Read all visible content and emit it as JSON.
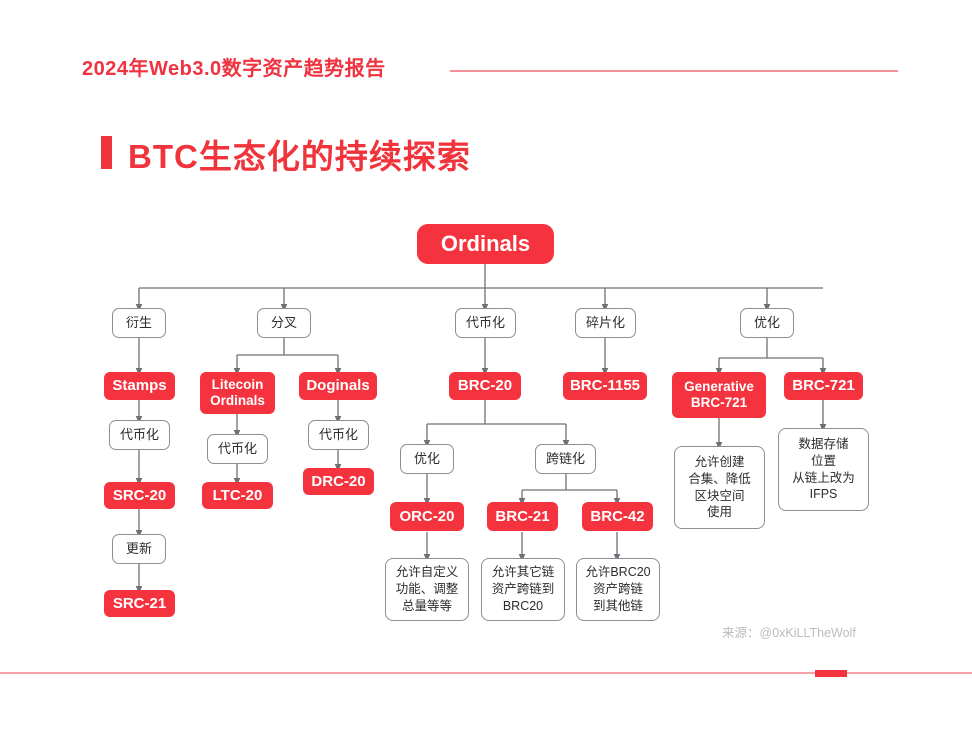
{
  "header": {
    "subtitle": "2024年Web3.0数字资产趋势报告",
    "title": "BTC生态化的持续探索",
    "accent_color": "#f1333c",
    "rule_color": "#f3919a"
  },
  "footer": {
    "rule_color": "#f7a2a8",
    "block_color": "#f5333f"
  },
  "attribution": "来源：@0xKiLLTheWolf",
  "chart_data": {
    "type": "diagram",
    "title": "BTC生态化的持续探索",
    "root": "Ordinals",
    "colors": {
      "red": "#f5333f",
      "outline": "#8b8f94",
      "text": "#2b2d30"
    },
    "nodes": [
      {
        "id": "ordinals",
        "label": "Ordinals",
        "style": "red",
        "level": 0
      },
      {
        "id": "derive",
        "label": "衍生",
        "style": "plain",
        "level": 1
      },
      {
        "id": "fork",
        "label": "分叉",
        "style": "plain",
        "level": 1
      },
      {
        "id": "tokenize",
        "label": "代币化",
        "style": "plain",
        "level": 1
      },
      {
        "id": "fragment",
        "label": "碎片化",
        "style": "plain",
        "level": 1
      },
      {
        "id": "optimize",
        "label": "优化",
        "style": "plain",
        "level": 1
      },
      {
        "id": "stamps",
        "label": "Stamps",
        "style": "red",
        "level": 2
      },
      {
        "id": "ltc_ord",
        "label": "Litecoin Ordinals",
        "style": "red",
        "level": 2
      },
      {
        "id": "doginals",
        "label": "Doginals",
        "style": "red",
        "level": 2
      },
      {
        "id": "brc20",
        "label": "BRC-20",
        "style": "red",
        "level": 2
      },
      {
        "id": "brc1155",
        "label": "BRC-1155",
        "style": "red",
        "level": 2
      },
      {
        "id": "gen_brc721",
        "label": "Generative BRC-721",
        "style": "red",
        "level": 2
      },
      {
        "id": "brc721",
        "label": "BRC-721",
        "style": "red",
        "level": 2
      },
      {
        "id": "tok_a",
        "label": "代币化",
        "style": "plain",
        "level": 3
      },
      {
        "id": "tok_b",
        "label": "代币化",
        "style": "plain",
        "level": 3
      },
      {
        "id": "tok_c",
        "label": "代币化",
        "style": "plain",
        "level": 3
      },
      {
        "id": "opt2",
        "label": "优化",
        "style": "plain",
        "level": 3
      },
      {
        "id": "crosschain",
        "label": "跨链化",
        "style": "plain",
        "level": 3
      },
      {
        "id": "src20",
        "label": "SRC-20",
        "style": "red",
        "level": 4
      },
      {
        "id": "ltc20",
        "label": "LTC-20",
        "style": "red",
        "level": 4
      },
      {
        "id": "drc20",
        "label": "DRC-20",
        "style": "red",
        "level": 4
      },
      {
        "id": "orc20",
        "label": "ORC-20",
        "style": "red",
        "level": 4
      },
      {
        "id": "brc21",
        "label": "BRC-21",
        "style": "red",
        "level": 4
      },
      {
        "id": "brc42",
        "label": "BRC-42",
        "style": "red",
        "level": 4
      },
      {
        "id": "update",
        "label": "更新",
        "style": "plain",
        "level": 5
      },
      {
        "id": "src21",
        "label": "SRC-21",
        "style": "red",
        "level": 6
      },
      {
        "id": "desc_orc",
        "label": "允许自定义功能、调整总量等等",
        "style": "desc",
        "level": 5
      },
      {
        "id": "desc_b21",
        "label": "允许其它链资产跨链到BRC20",
        "style": "desc",
        "level": 5
      },
      {
        "id": "desc_b42",
        "label": "允许BRC20资产跨链到其他链",
        "style": "desc",
        "level": 5
      },
      {
        "id": "desc_gen",
        "label": "允许创建合集、降低区块空间使用",
        "style": "desc",
        "level": 3
      },
      {
        "id": "desc_721",
        "label": "数据存储位置从链上改为IFPS",
        "style": "desc",
        "level": 3
      }
    ],
    "edges": [
      [
        "ordinals",
        "derive"
      ],
      [
        "ordinals",
        "fork"
      ],
      [
        "ordinals",
        "tokenize"
      ],
      [
        "ordinals",
        "fragment"
      ],
      [
        "ordinals",
        "optimize"
      ],
      [
        "derive",
        "stamps"
      ],
      [
        "stamps",
        "tok_a"
      ],
      [
        "tok_a",
        "src20"
      ],
      [
        "src20",
        "update"
      ],
      [
        "update",
        "src21"
      ],
      [
        "fork",
        "ltc_ord"
      ],
      [
        "fork",
        "doginals"
      ],
      [
        "ltc_ord",
        "tok_b"
      ],
      [
        "tok_b",
        "ltc20"
      ],
      [
        "doginals",
        "tok_c"
      ],
      [
        "tok_c",
        "drc20"
      ],
      [
        "tokenize",
        "brc20"
      ],
      [
        "brc20",
        "opt2"
      ],
      [
        "brc20",
        "crosschain"
      ],
      [
        "opt2",
        "orc20"
      ],
      [
        "orc20",
        "desc_orc"
      ],
      [
        "crosschain",
        "brc21"
      ],
      [
        "crosschain",
        "brc42"
      ],
      [
        "brc21",
        "desc_b21"
      ],
      [
        "brc42",
        "desc_b42"
      ],
      [
        "fragment",
        "brc1155"
      ],
      [
        "optimize",
        "gen_brc721"
      ],
      [
        "optimize",
        "brc721"
      ],
      [
        "gen_brc721",
        "desc_gen"
      ],
      [
        "brc721",
        "desc_721"
      ]
    ]
  },
  "labels": {
    "ordinals": "Ordinals",
    "derive": "衍生",
    "fork": "分叉",
    "tokenize": "代币化",
    "fragment": "碎片化",
    "optimize": "优化",
    "stamps": "Stamps",
    "ltc_ord_line1": "Litecoin",
    "ltc_ord_line2": "Ordinals",
    "doginals": "Doginals",
    "brc20": "BRC-20",
    "brc1155": "BRC-1155",
    "gen_brc721_line1": "Generative",
    "gen_brc721_line2": "BRC-721",
    "brc721": "BRC-721",
    "tok_a": "代币化",
    "tok_b": "代币化",
    "tok_c": "代币化",
    "opt2": "优化",
    "crosschain": "跨链化",
    "src20": "SRC-20",
    "ltc20": "LTC-20",
    "drc20": "DRC-20",
    "orc20": "ORC-20",
    "brc21": "BRC-21",
    "brc42": "BRC-42",
    "update": "更新",
    "src21": "SRC-21",
    "desc_orc_l1": "允许自定义",
    "desc_orc_l2": "功能、调整",
    "desc_orc_l3": "总量等等",
    "desc_b21_l1": "允许其它链",
    "desc_b21_l2": "资产跨链到",
    "desc_b21_l3": "BRC20",
    "desc_b42_l1": "允许BRC20",
    "desc_b42_l2": "资产跨链",
    "desc_b42_l3": "到其他链",
    "desc_gen_l1": "允许创建",
    "desc_gen_l2": "合集、降低",
    "desc_gen_l3": "区块空间",
    "desc_gen_l4": "使用",
    "desc_721_l1": "数据存储",
    "desc_721_l2": "位置",
    "desc_721_l3": "从链上改为",
    "desc_721_l4": "IFPS"
  }
}
